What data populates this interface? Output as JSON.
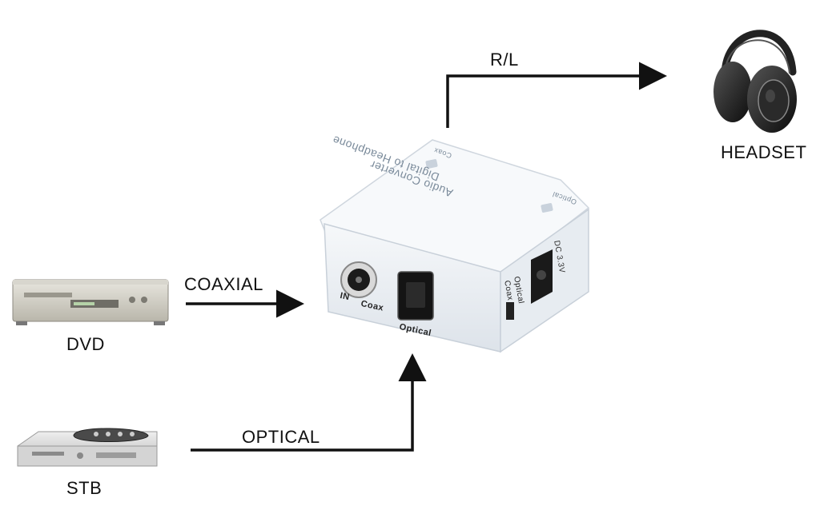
{
  "labels": {
    "rl": "R/L",
    "headset": "HEADSET",
    "coaxial": "COAXIAL",
    "dvd": "DVD",
    "optical": "OPTICAL",
    "stb": "STB"
  },
  "device": {
    "top_line1": "Digital to Headphone",
    "top_line2": "Audio Converter",
    "coax_led": "Coax",
    "optical_led": "Optical",
    "dc": "DC 3.3V",
    "switch_coax": "Coax",
    "switch_optical": "Optical",
    "in_label": "IN",
    "coax_port": "Coax",
    "optical_port": "Optical"
  },
  "icons": {
    "headset": "headphones-icon",
    "dvd": "dvd-player-icon",
    "stb": "set-top-box-icon",
    "converter": "audio-converter-device"
  },
  "colors": {
    "line": "#111111",
    "device_body": "#eef2f6",
    "device_top": "#f7f9fb"
  }
}
